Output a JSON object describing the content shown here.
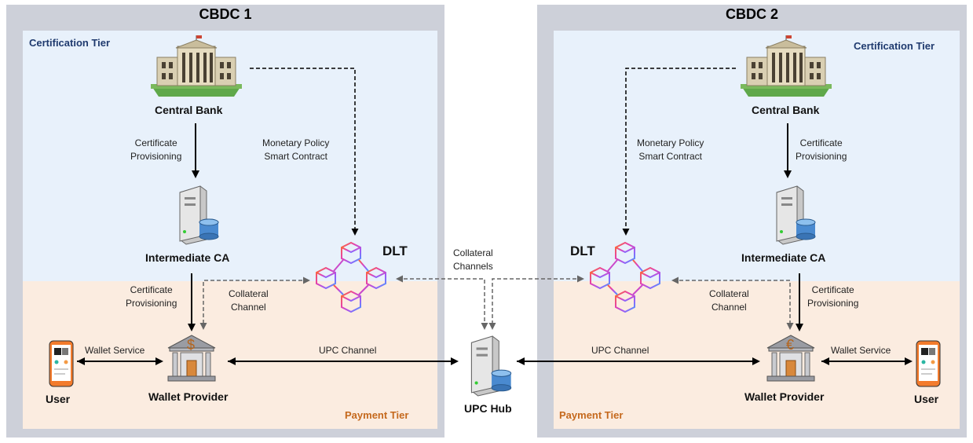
{
  "left_panel": {
    "title": "CBDC 1",
    "cert_tier": "Certification Tier",
    "pay_tier": "Payment Tier",
    "central_bank": "Central Bank",
    "intermediate_ca": "Intermediate CA",
    "dlt": "DLT",
    "wallet_provider": "Wallet Provider",
    "user": "User",
    "cert_prov_1": [
      "Certificate",
      "Provisioning"
    ],
    "cert_prov_2": [
      "Certificate",
      "Provisioning"
    ],
    "monetary_policy": [
      "Monetary Policy",
      "Smart Contract"
    ],
    "collateral_channel": [
      "Collateral",
      "Channel"
    ],
    "wallet_service": "Wallet Service",
    "upc_channel": "UPC Channel",
    "currency_symbol": "$"
  },
  "right_panel": {
    "title": "CBDC 2",
    "cert_tier": "Certification Tier",
    "pay_tier": "Payment Tier",
    "central_bank": "Central Bank",
    "intermediate_ca": "Intermediate CA",
    "dlt": "DLT",
    "wallet_provider": "Wallet Provider",
    "user": "User",
    "cert_prov_1": [
      "Certificate",
      "Provisioning"
    ],
    "cert_prov_2": [
      "Certificate",
      "Provisioning"
    ],
    "monetary_policy": [
      "Monetary Policy",
      "Smart Contract"
    ],
    "collateral_channel": [
      "Collateral",
      "Channel"
    ],
    "wallet_service": "Wallet Service",
    "upc_channel": "UPC Channel",
    "currency_symbol": "€"
  },
  "center": {
    "collateral_channels": [
      "Collateral",
      "Channels"
    ],
    "upc_hub": "UPC Hub"
  },
  "colors": {
    "panel_bg": "#cdd0d9",
    "cert_tier_bg": "#e8f1fb",
    "pay_tier_bg": "#fbece0",
    "cert_label": "#1f3a6e",
    "pay_label": "#c5691d",
    "dlt_gradient": [
      "#ff6a2b",
      "#e23fb4",
      "#9b5cf6",
      "#3fa0ff"
    ]
  },
  "icons": [
    "central-bank-building-icon",
    "server-icon",
    "dlt-blockchain-icon",
    "bank-icon",
    "smartphone-icon"
  ]
}
